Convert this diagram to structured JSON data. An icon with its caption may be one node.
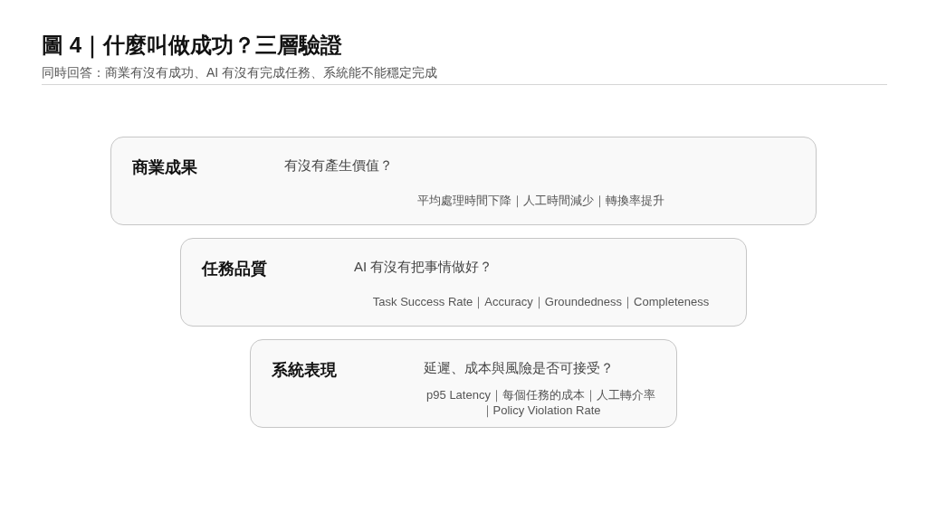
{
  "diagram": {
    "title": "圖 4｜什麼叫做成功？三層驗證",
    "nodes": [
      {
        "text": [
          "商業成果",
          "有沒有產生價值？",
          "平均處理時間下降｜人工時間減少｜轉換率提升"
        ]
      },
      {
        "text": [
          "任務品質",
          "AI 有沒有把事情做好？",
          "Task Success Rate｜Accuracy｜Groundedness｜Completeness"
        ]
      },
      {
        "text": [
          "系統表現",
          "延遲、成本與風險是否可接受？",
          "p95 Latency｜每個任務的成本｜人工轉介率｜Policy Violation Rate"
        ]
      }
    ],
    "labels": [
      "同時回答：商業有沒有成功、AI 有沒有完成任務、系統能不能穩定完成"
    ]
  }
}
